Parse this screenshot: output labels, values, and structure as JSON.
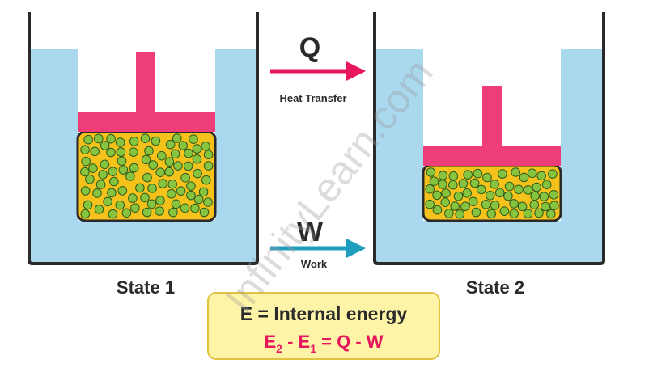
{
  "colors": {
    "water": "#a9d8ef",
    "container_stroke": "#2a2a2a",
    "gas_fill": "#f5c21b",
    "gas_stroke": "#2a2a2a",
    "piston": "#ef3d7a",
    "molecule": "#86c440",
    "molecule_stroke": "#2e5a1a",
    "q_arrow": "#e8175d",
    "w_arrow": "#1e9dbd",
    "box_fill": "#fdf4a8",
    "box_stroke": "#e3c23f",
    "formula_color": "#e8175d",
    "watermark": "#9a9a9a"
  },
  "states": [
    {
      "label": "State 1"
    },
    {
      "label": "State 2"
    }
  ],
  "heat": {
    "symbol": "Q",
    "caption": "Heat Transfer"
  },
  "work": {
    "symbol": "W",
    "caption": "Work"
  },
  "legend": {
    "definition": "E = Internal energy",
    "e2": "E",
    "e2_sub": "2",
    "minus1": " - ",
    "e1": "E",
    "e1_sub": "1",
    "rhs": " = Q - W"
  },
  "watermark": "InfinityLearn.com"
}
